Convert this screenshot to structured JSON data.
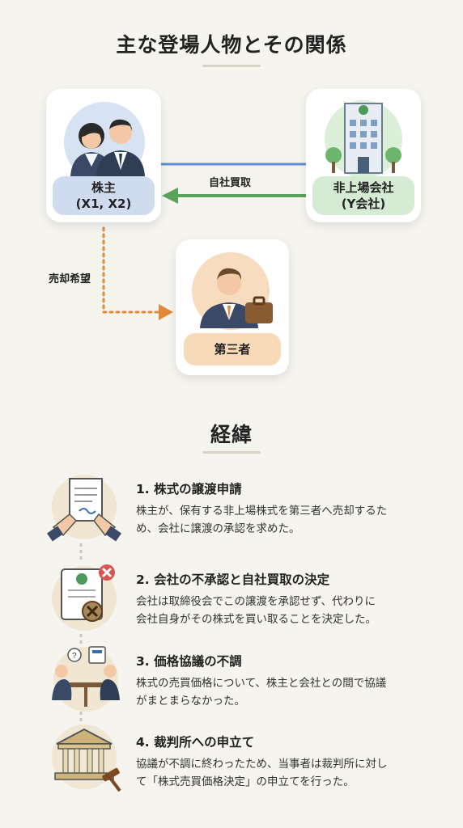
{
  "title": "主な登場人物とその関係",
  "nodes": {
    "shareholders": {
      "label_line1": "株主",
      "label_line2": "(X1, X2)"
    },
    "company": {
      "label_line1": "非上場会社",
      "label_line2": "(Y会社)"
    },
    "third_party": {
      "label": "第三者"
    }
  },
  "arrows": {
    "buyback": "自社買取",
    "sale_wish": "売却希望"
  },
  "history": {
    "title": "経緯",
    "steps": [
      {
        "title": "1. 株式の譲渡申請",
        "desc_line1": "株主が、保有する非上場株式を第三者へ売却するた",
        "desc_line2": "め、会社に譲渡の承認を求めた。"
      },
      {
        "title": "2. 会社の不承認と自社買取の決定",
        "desc_line1": "会社は取締役会でこの譲渡を承認せず、代わりに",
        "desc_line2": "会社自身がその株式を買い取ることを決定した。"
      },
      {
        "title": "3. 価格協議の不調",
        "desc_line1": "株式の売買価格について、株主と会社との間で協議",
        "desc_line2": "がまとまらなかった。"
      },
      {
        "title": "4. 裁判所への申立て",
        "desc_line1": "協議が不調に終わったため、当事者は裁判所に対し",
        "desc_line2": "て「株式売買価格決定」の申立てを行った。"
      }
    ]
  },
  "colors": {
    "blue_pill": "#cfdcf0",
    "green_pill": "#d6ebd3",
    "orange_pill": "#f8d9b8",
    "blue_line": "#5b8fd0",
    "green_arrow": "#5aa35a",
    "orange_dots": "#e0893a"
  }
}
